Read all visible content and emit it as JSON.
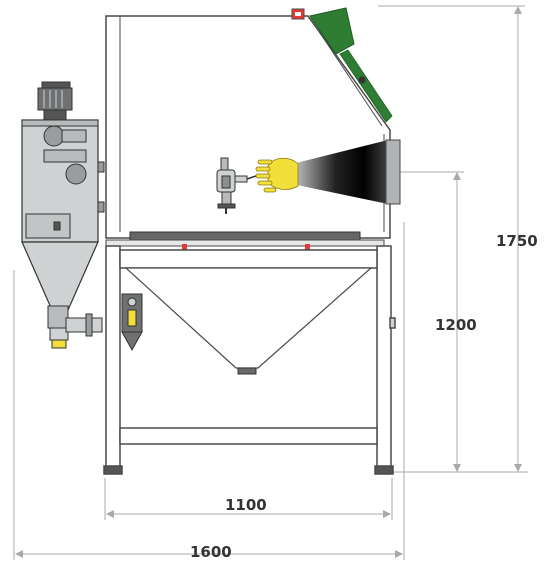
{
  "dimensions": {
    "total_height": "1750",
    "work_height": "1200",
    "cabinet_width": "1100",
    "total_width": "1600"
  },
  "colors": {
    "frame": "#4a4a4a",
    "cabinet_body": "#cfd2d3",
    "cabinet_dark": "#9a9c9d",
    "hood_green": "#2e7d32",
    "glove_yellow": "#f2df3a",
    "dimension_line": "#a9a9a9",
    "warning_red": "#e53935",
    "foot_dark": "#555555"
  },
  "icons": {
    "motor": "motor-icon",
    "cyclone": "cyclone-separator-icon",
    "blast_gun": "blast-gun-icon",
    "glove": "glove-icon",
    "hopper": "hopper-icon",
    "dust_bin": "dust-bin-icon"
  }
}
